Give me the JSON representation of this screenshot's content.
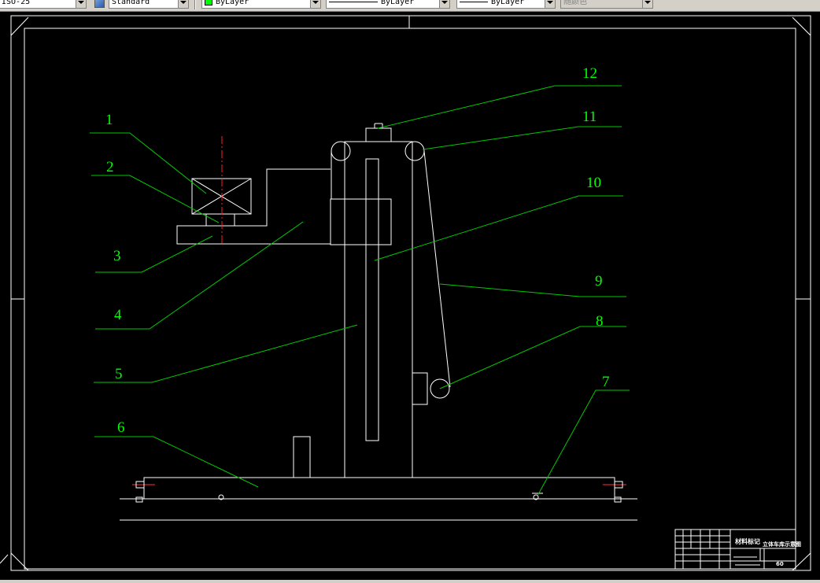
{
  "toolbar": {
    "dimstyle_value": "ISO-25",
    "textstyle_value": "Standard",
    "layer_color_value": "ByLayer",
    "linetype_value": "ByLayer",
    "lineweight_value": "ByLayer",
    "plotstyle_value": "随颜色",
    "layer_color_swatch": "#00ff00"
  },
  "drawing": {
    "callouts": [
      "1",
      "2",
      "3",
      "4",
      "5",
      "6",
      "7",
      "8",
      "9",
      "10",
      "11",
      "12"
    ],
    "title_block": {
      "label_mark": "材料标记",
      "drawing_name": "立体车库示意图",
      "scale": "60"
    }
  },
  "colors": {
    "background": "#000000",
    "linework": "#ffffff",
    "leader": "#00c800",
    "label": "#00ff00",
    "centerline": "#ff0000"
  }
}
